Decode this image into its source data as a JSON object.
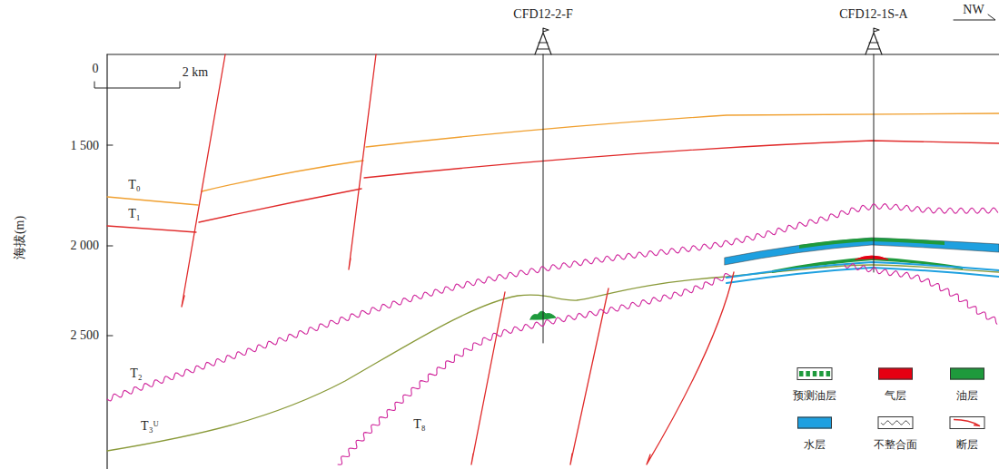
{
  "diagram": {
    "labels": [
      "CFD12-2-F",
      "CFD12-1S-A",
      "NW",
      "0",
      "2 km",
      "海拔(m)",
      "1 500",
      "2 000",
      "2 500",
      "T₀",
      "T₁",
      "T₂",
      "T₃ᵁ",
      "T₈"
    ],
    "legend": [
      {
        "text": "预测油层"
      },
      {
        "text": "气层",
        "color": "#e60012"
      },
      {
        "text": "油层",
        "color": "#1e9a3c"
      },
      {
        "text": "水层",
        "color": "#1ea0e0"
      },
      {
        "text": "不整合面"
      },
      {
        "text": "断层"
      }
    ]
  }
}
